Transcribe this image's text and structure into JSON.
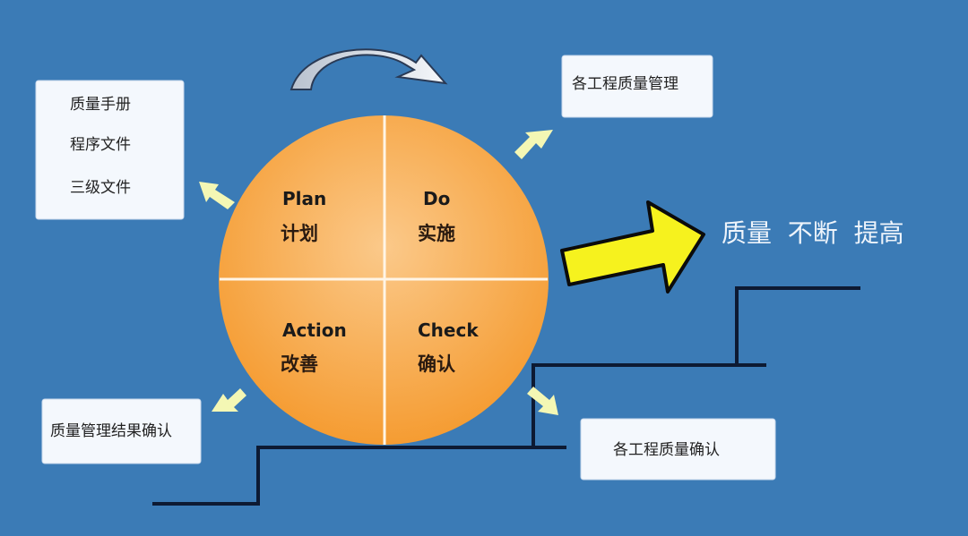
{
  "cycle": {
    "plan": {
      "en": "Plan",
      "cn": "计划"
    },
    "do": {
      "en": "Do",
      "cn": "实施"
    },
    "action": {
      "en": "Action",
      "cn": "改善"
    },
    "check": {
      "en": "Check",
      "cn": "确认"
    }
  },
  "boxes": {
    "plan_docs": [
      "质量手册",
      "程序文件",
      "三级文件"
    ],
    "do_box": "各工程质量管理",
    "check_box": "各工程质量确认",
    "action_box": "质量管理结果确认"
  },
  "headline": "质量  不断  提高",
  "colors": {
    "background": "#3b7bb6",
    "circle": "#f7a94a",
    "arrow": "#f6f21e"
  }
}
